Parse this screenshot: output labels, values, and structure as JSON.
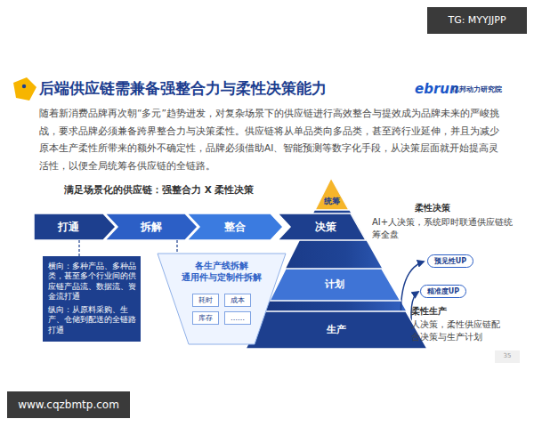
{
  "diagram": {
    "title": "后端供应链需兼备强整合力与柔性决策能力",
    "nodes": [
      {
        "text": [
          "打通"
        ]
      },
      {
        "text": [
          "拆解"
        ]
      },
      {
        "text": [
          "整合"
        ]
      },
      {
        "text": [
          "决策"
        ]
      },
      {
        "text": [
          "统筹"
        ]
      },
      {
        "text": [
          "计划"
        ]
      },
      {
        "text": [
          "生产"
        ]
      },
      {
        "text": [
          "横向：多种产品、多种品类，甚至多个行业间的供应链产品流、数据流、资金流打通",
          "纵向：从原料采购、生产、仓储到配送的全链路打通"
        ]
      },
      {
        "text": [
          "各生产线拆解 通用件与定制件拆解"
        ]
      },
      {
        "text": [
          "耗时"
        ],
        "in": 8
      },
      {
        "text": [
          "成本"
        ],
        "in": 8
      },
      {
        "text": [
          "库存"
        ],
        "in": 8
      },
      {
        "text": [
          "……"
        ],
        "in": 8
      },
      {
        "text": [
          "预见性UP"
        ]
      },
      {
        "text": [
          "精准度UP"
        ]
      }
    ],
    "edges": [
      {
        "from": 0,
        "to": 7,
        "arrow": "none"
      },
      {
        "from": 1,
        "to": 8,
        "arrow": "none"
      }
    ],
    "labels": [
      "TG: MYYJJPP",
      "ebrun",
      "亿邦动力研究院",
      "随着新消费品牌再次朝“多元”趋势进发，对复杂场景下的供应链进行高效整合与提效成为品牌未来的严峻挑战，要求品牌必须兼备跨界整合力与决策柔性。供应链将从单品类向多品类，甚至跨行业延伸，并且为减少原本生产柔性所带来的额外不确定性，品牌必须借助AI、智能预测等数字化手段，从决策层面就开始提高灵活性，以便全局统筹各供应链的全链路。",
      "满足场景化的供应链：强整合力 X 柔性决策",
      "柔性决策",
      "AI+人决策，系统即时联通供应链统筹全盘",
      "柔性生产",
      "人决策，柔性供应链配合决策与生产计划",
      "35",
      "www.cqzbmtp.com"
    ]
  }
}
